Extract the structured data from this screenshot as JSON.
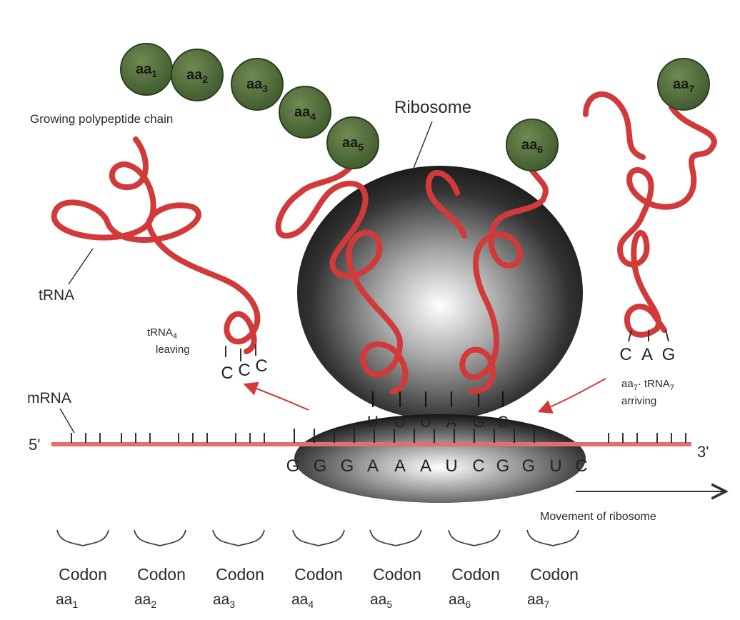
{
  "labels": {
    "growing_chain": "Growing polypeptide chain",
    "ribosome": "Ribosome",
    "trna": "tRNA",
    "trna_leaving_1": "tRNA",
    "trna_leaving_sub": "4",
    "trna_leaving_2": "leaving",
    "mrna": "mRNA",
    "five_prime": "5'",
    "three_prime": "3'",
    "arriving_1a": "aa",
    "arriving_1a_sub": "7",
    "arriving_1b": "· tRNA",
    "arriving_1b_sub": "7",
    "arriving_2": "arriving",
    "movement": "Movement of ribosome"
  },
  "chain": [
    {
      "text": "aa",
      "sub": "1"
    },
    {
      "text": "aa",
      "sub": "2"
    },
    {
      "text": "aa",
      "sub": "3"
    },
    {
      "text": "aa",
      "sub": "4"
    },
    {
      "text": "aa",
      "sub": "5"
    }
  ],
  "aa6": {
    "text": "aa",
    "sub": "6"
  },
  "aa7": {
    "text": "aa",
    "sub": "7"
  },
  "leaving_anticodon": [
    "C",
    "C",
    "C"
  ],
  "arriving_anticodon": [
    "C",
    "A",
    "G"
  ],
  "ribosome_anticodons": [
    "U",
    "U",
    "U",
    "A",
    "G",
    "C"
  ],
  "mrna_bases": [
    "G",
    "G",
    "G",
    "A",
    "A",
    "A",
    "U",
    "C",
    "G",
    "G",
    "U",
    "C"
  ],
  "codons": [
    {
      "label": "Codon",
      "aa": "aa",
      "sub": "1"
    },
    {
      "label": "Codon",
      "aa": "aa",
      "sub": "2"
    },
    {
      "label": "Codon",
      "aa": "aa",
      "sub": "3"
    },
    {
      "label": "Codon",
      "aa": "aa",
      "sub": "4"
    },
    {
      "label": "Codon",
      "aa": "aa",
      "sub": "5"
    },
    {
      "label": "Codon",
      "aa": "aa",
      "sub": "6"
    },
    {
      "label": "Codon",
      "aa": "aa",
      "sub": "7"
    }
  ],
  "colors": {
    "trna": "#d23a3a",
    "amino_acid": "#4e6b38",
    "ribosome": "#1e1e1e",
    "mrna": "#e07070"
  }
}
